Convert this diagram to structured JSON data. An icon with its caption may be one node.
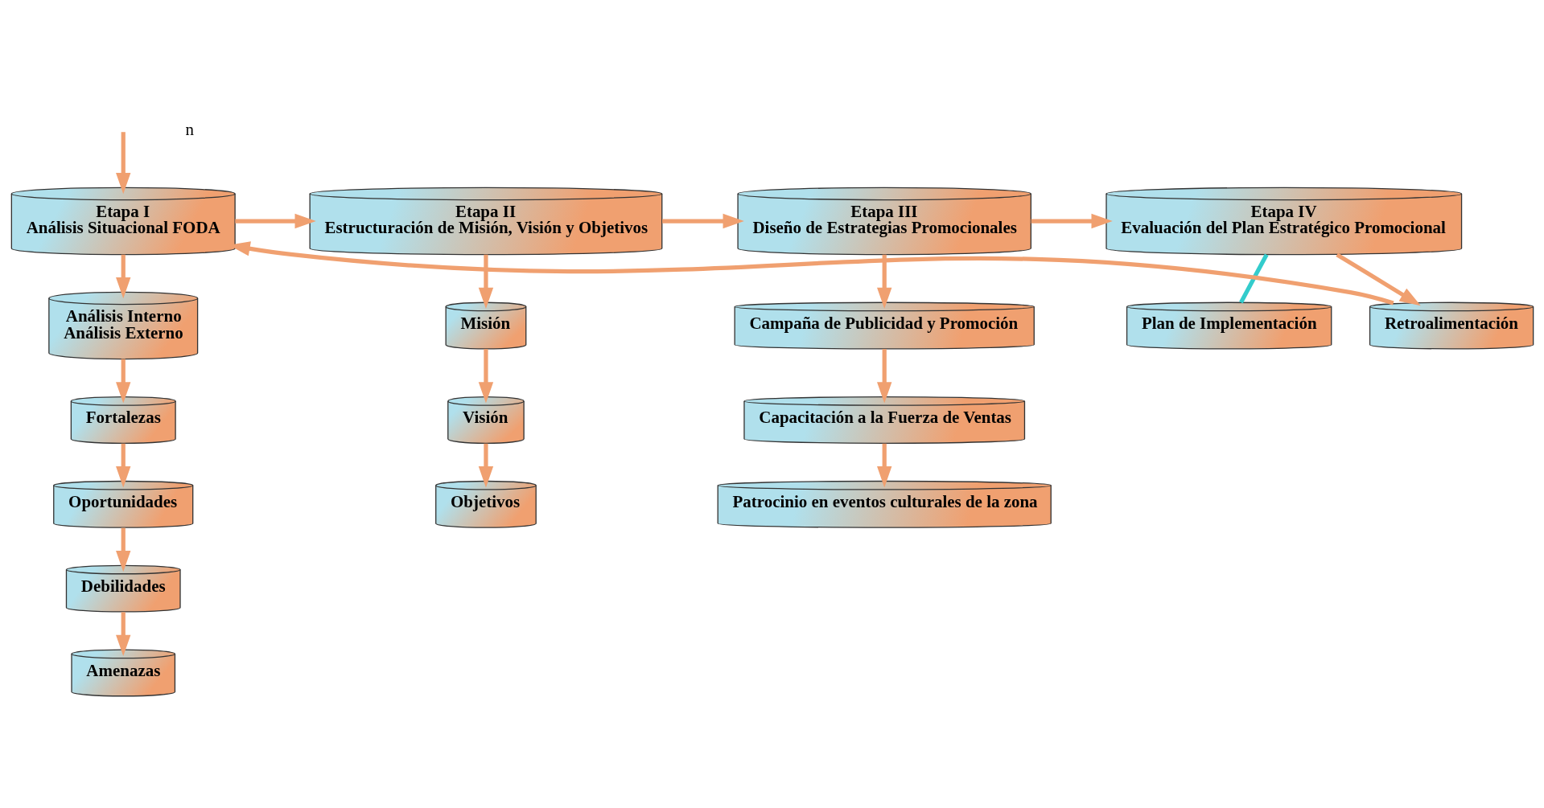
{
  "diagram": {
    "nodes": [
      {
        "text": [
          "Etapa I",
          "Análisis Situacional FODA"
        ]
      },
      {
        "text": [
          "Etapa II",
          "Estructuración de Misión, Visión y Objetivos"
        ]
      },
      {
        "text": [
          "Etapa III",
          "Diseño de Estrategias Promocionales"
        ]
      },
      {
        "text": [
          "Etapa IV",
          "Evaluación del Plan Estratégico Promocional"
        ]
      },
      {
        "text": [
          "Análisis Interno",
          "Análisis Externo"
        ]
      },
      {
        "text": [
          "Fortalezas"
        ]
      },
      {
        "text": [
          "Oportunidades"
        ]
      },
      {
        "text": [
          "Debilidades"
        ]
      },
      {
        "text": [
          "Amenazas"
        ]
      },
      {
        "text": [
          "Misión"
        ]
      },
      {
        "text": [
          "Visión"
        ]
      },
      {
        "text": [
          "Objetivos"
        ]
      },
      {
        "text": [
          "Campaña de Publicidad y Promoción"
        ]
      },
      {
        "text": [
          "Capacitación a la Fuerza de Ventas"
        ]
      },
      {
        "text": [
          "Patrocinio en eventos culturales de la zona"
        ]
      },
      {
        "text": [
          "Retroalimentación"
        ]
      },
      {
        "text": [
          "Plan de Implementación"
        ]
      }
    ],
    "edges": [
      {
        "from": null,
        "to": 0,
        "arrow": "to"
      },
      {
        "from": 0,
        "to": 1,
        "arrow": "to"
      },
      {
        "from": 1,
        "to": 2,
        "arrow": "to"
      },
      {
        "from": 2,
        "to": 3,
        "arrow": "to"
      },
      {
        "from": 0,
        "to": 4,
        "arrow": "to"
      },
      {
        "from": 4,
        "to": 5,
        "arrow": "to"
      },
      {
        "from": 5,
        "to": 6,
        "arrow": "to"
      },
      {
        "from": 6,
        "to": 7,
        "arrow": "to"
      },
      {
        "from": 7,
        "to": 8,
        "arrow": "to"
      },
      {
        "from": 1,
        "to": 9,
        "arrow": "to"
      },
      {
        "from": 9,
        "to": 10,
        "arrow": "to"
      },
      {
        "from": 10,
        "to": 11,
        "arrow": "to"
      },
      {
        "from": 2,
        "to": 12,
        "arrow": "to"
      },
      {
        "from": 12,
        "to": 13,
        "arrow": "to"
      },
      {
        "from": 13,
        "to": 14,
        "arrow": "to"
      },
      {
        "from": 3,
        "to": 15,
        "arrow": "to"
      },
      {
        "from": 15,
        "to": 0,
        "arrow": "to"
      },
      {
        "from": 3,
        "to": 16,
        "arrow": "none",
        "color": "#33cccc"
      }
    ],
    "labels": [
      "n"
    ]
  }
}
